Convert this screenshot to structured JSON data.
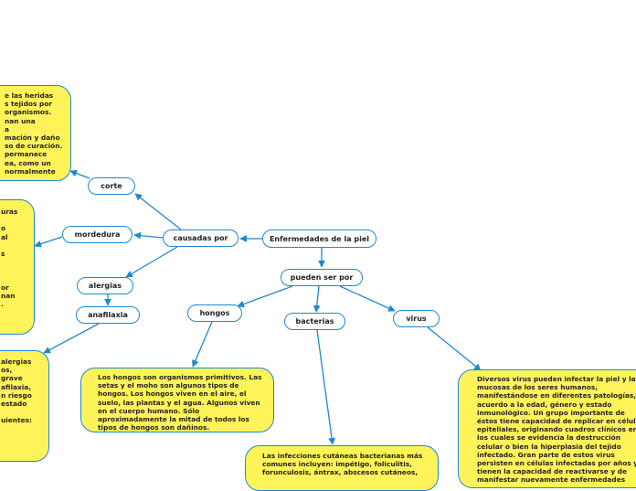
{
  "nodes": {
    "root": "Enfermedades de la piel",
    "causadas": "causadas por",
    "pueden": "pueden ser por",
    "corte": "corte",
    "mordedura": "mordedura",
    "alergias": "alergias",
    "anafilaxia": "anafilaxia",
    "hongos": "hongos",
    "bacterias": "bacterias",
    "virus": "virus"
  },
  "notes": {
    "corte": "e las heridas\ns tejidos por\norganismos.\nnan una\na\nmación y daño\nso de curación.\npermanece\nea, como un\nnormalmente",
    "mordedura": "uras\n\no\nal\n\ns\n\n\n\nor\nnan\n.",
    "anafilaxia": "alergias\nos,\ngrave\nafilaxia,\nn riesgo\nestado\n\nuientes:",
    "hongos": "Los hongos son organismos primitivos. Las\nsetas y el moho son algunos tipos de\nhongos. Los hongos viven en el aire, el\nsuelo, las plantas y el agua. Algunos viven\nen el cuerpo humano. Sólo\naproximadamente la mitad de todos los\ntipos de hongos son dañinos.",
    "bacterias": "Las infecciones cutáneas bacterianas más\ncomunes incluyen: impétigo, foliculitis,\nforunculosis, ántrax, abscesos cutáneos,",
    "virus": "Diversos virus pueden infectar la piel y las\nmucosas de los seres humanos,\nmanifestándose en diferentes patologías, de\nacuerdo a la edad, género y estado\ninmunológico. Un grupo importante de\néstos tiene capacidad de replicar en células\nepiteliales, originando cuadros clínicos en\nlos cuales se evidencia la destrucción\ncelular o bien la hiperplasia del tejido\ninfectado. Gran parte de estos virus\npersisten en células infectadas por años y\ntienen la capacidad de reactivarse y de\nmanifestar nuevamente enfermedades"
  },
  "colors": {
    "link": "#1e88d0",
    "node_border": "#1e88d0",
    "note_fill": "#fff35a"
  }
}
